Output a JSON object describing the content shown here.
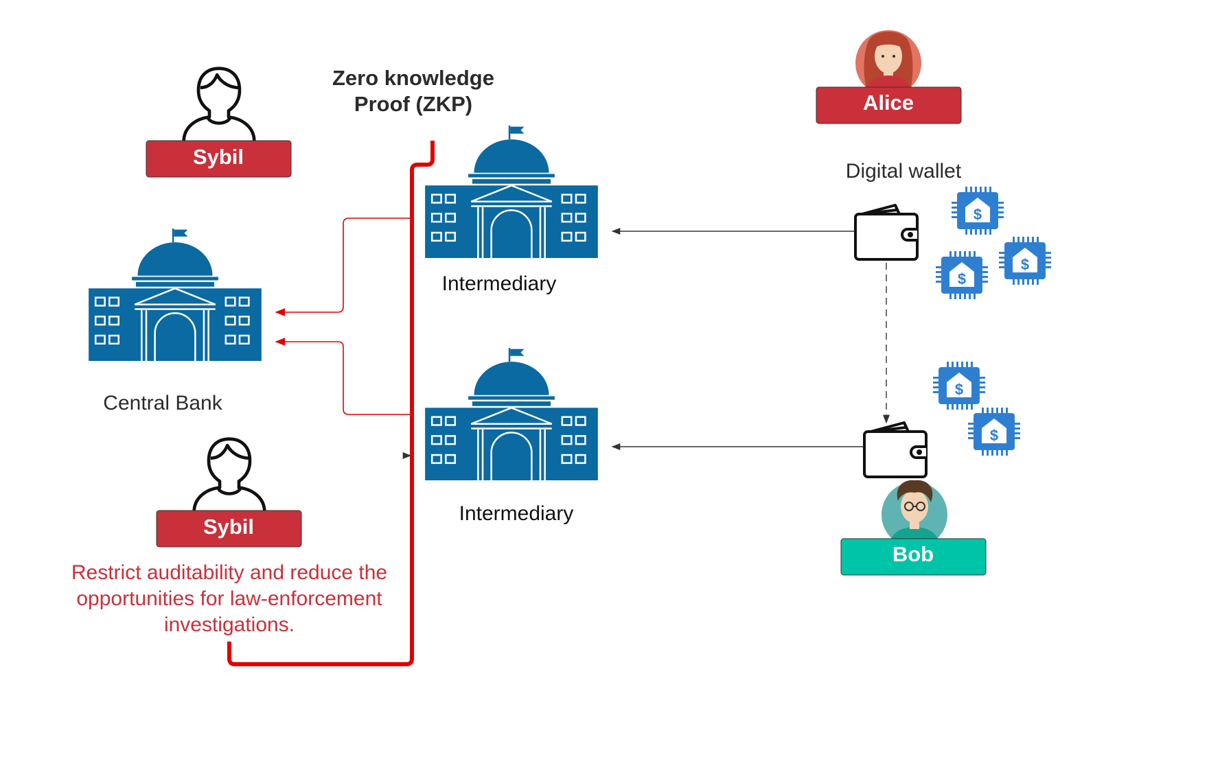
{
  "zkp": {
    "line1": "Zero knowledge",
    "line2": "Proof (ZKP)"
  },
  "sybil_top": {
    "label": "Sybil"
  },
  "sybil_bottom": {
    "label": "Sybil"
  },
  "alice": {
    "label": "Alice"
  },
  "bob": {
    "label": "Bob"
  },
  "central_bank": {
    "label": "Central Bank"
  },
  "intermediary_top": {
    "label": "Intermediary"
  },
  "intermediary_bottom": {
    "label": "Intermediary"
  },
  "wallet": {
    "label": "Digital wallet"
  },
  "note": {
    "line1": "Restrict auditability and reduce the",
    "line2": "opportunities for law-enforcement",
    "line3": "investigations."
  },
  "colors": {
    "label_red": "#c9303a",
    "bob_green": "#00c4a7",
    "bank_blue": "#0a6aa1",
    "coin_blue": "#2f7fd1",
    "zkp_red": "#e00000",
    "note_red": "#c9303a",
    "text_dark": "#2b2b2b"
  },
  "icons": {
    "person": "user-outline-icon",
    "bank": "bank-building-icon",
    "wallet": "wallet-icon",
    "coin": "dollar-chip-icon",
    "flag": "flag-icon"
  }
}
